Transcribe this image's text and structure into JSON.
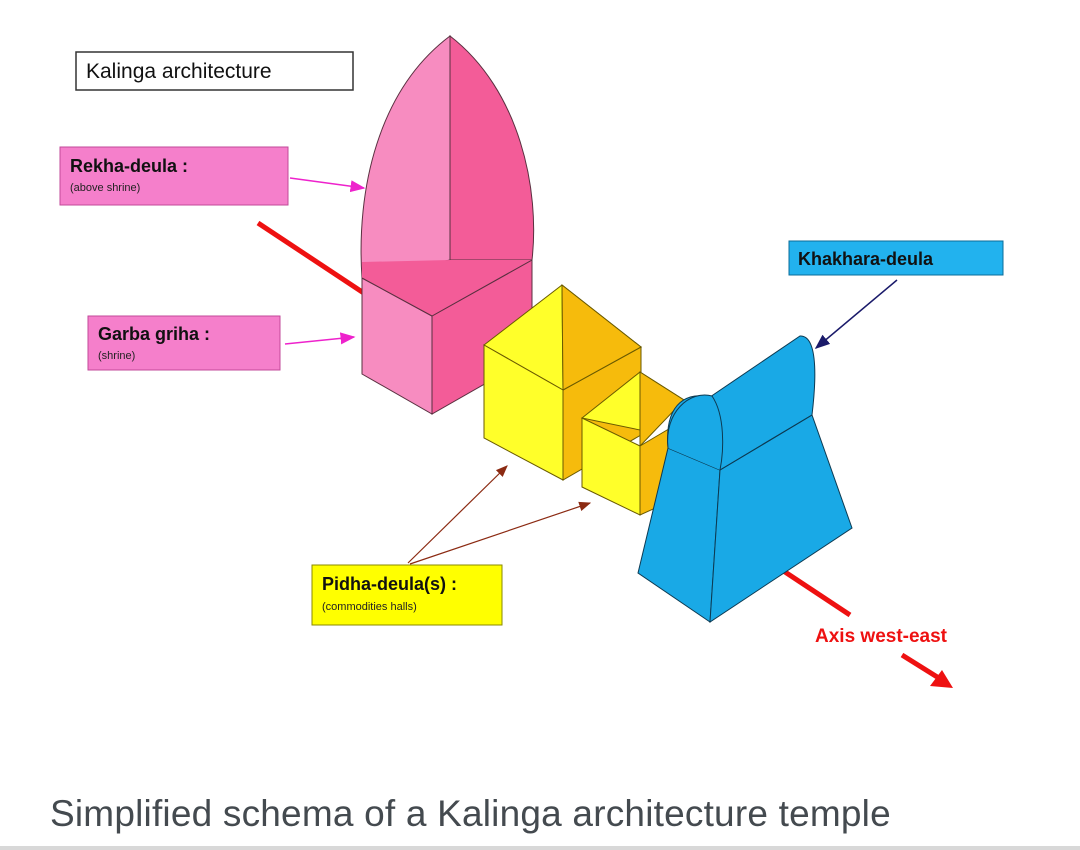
{
  "diagram": {
    "title": "Kalinga architecture",
    "labels": {
      "rekha": {
        "name": "Rekha-deula :",
        "note": "(above shrine)"
      },
      "garba": {
        "name": "Garba griha :",
        "note": "(shrine)"
      },
      "khakhara": {
        "name": "Khakhara-deula"
      },
      "pidha": {
        "name": "Pidha-deula(s) :",
        "note": "(commodities halls)"
      },
      "axis": {
        "name": "Axis west-east"
      }
    },
    "colors": {
      "rekha_label_bg": "#f57fcb",
      "khakhara_label_bg": "#22b2ee",
      "pidha_label_bg": "#ffff00",
      "axis": "#ee1111",
      "pink_light": "#f78cc0",
      "pink_dark": "#f35c98",
      "yellow_light": "#ffff2a",
      "yellow_dark": "#f6bb0c",
      "blue": "#19a9e6"
    }
  },
  "caption": "Simplified schema of a Kalinga architecture temple"
}
